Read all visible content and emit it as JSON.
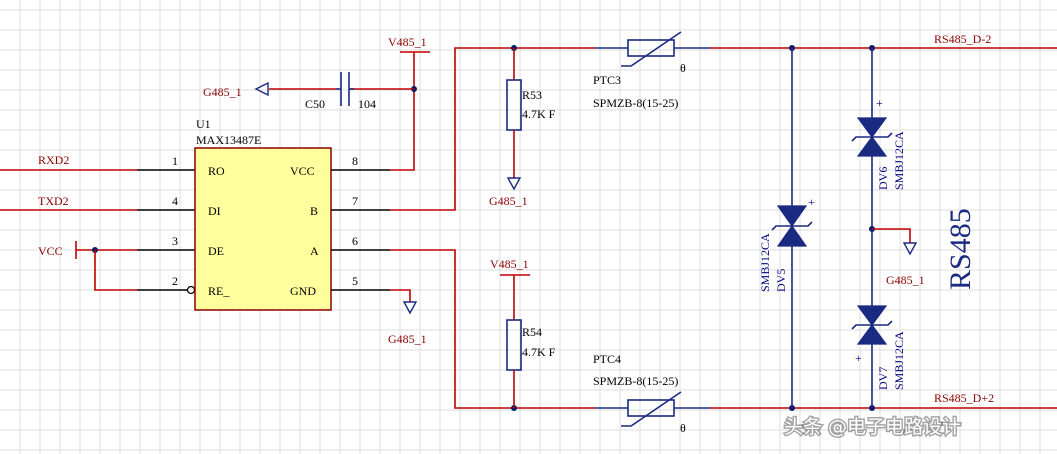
{
  "nets": {
    "rxd2": "RXD2",
    "txd2": "TXD2",
    "vcc": "VCC",
    "v485_top": "V485_1",
    "v485_mid": "V485_1",
    "g485_cap": "G485_1",
    "g485_r53": "G485_1",
    "g485_gnd": "G485_1",
    "g485_tvs": "G485_1",
    "rs485_d_minus": "RS485_D-2",
    "rs485_d_plus": "RS485_D+2"
  },
  "ic": {
    "ref": "U1",
    "part": "MAX13487E",
    "pins": [
      {
        "num": "1",
        "name": "RO"
      },
      {
        "num": "4",
        "name": "DI"
      },
      {
        "num": "3",
        "name": "DE"
      },
      {
        "num": "2",
        "name": "RE_"
      },
      {
        "num": "8",
        "name": "VCC"
      },
      {
        "num": "7",
        "name": "B"
      },
      {
        "num": "6",
        "name": "A"
      },
      {
        "num": "5",
        "name": "GND"
      }
    ]
  },
  "c50": {
    "ref": "C50",
    "value": "104"
  },
  "r53": {
    "ref": "R53",
    "value": "4.7K F"
  },
  "r54": {
    "ref": "R54",
    "value": "4.7K F"
  },
  "ptc3": {
    "ref": "PTC3",
    "value": "SPMZB-8(15-25)",
    "symbol": "θ"
  },
  "ptc4": {
    "ref": "PTC4",
    "value": "SPMZB-8(15-25)",
    "symbol": "θ"
  },
  "dv5": {
    "ref": "DV5",
    "value": "SMBJ12CA",
    "plus": "+"
  },
  "dv6": {
    "ref": "DV6",
    "value": "SMBJ12CA",
    "plus": "+"
  },
  "dv7": {
    "ref": "DV7",
    "value": "SMBJ12CA",
    "plus": "+"
  },
  "title": "RS485",
  "watermark": "头条 @电子电路设计",
  "colors": {
    "wire": "#c00000",
    "part": "#1a2a80",
    "label": "#8b0000",
    "junction": "#0c1a6a"
  }
}
